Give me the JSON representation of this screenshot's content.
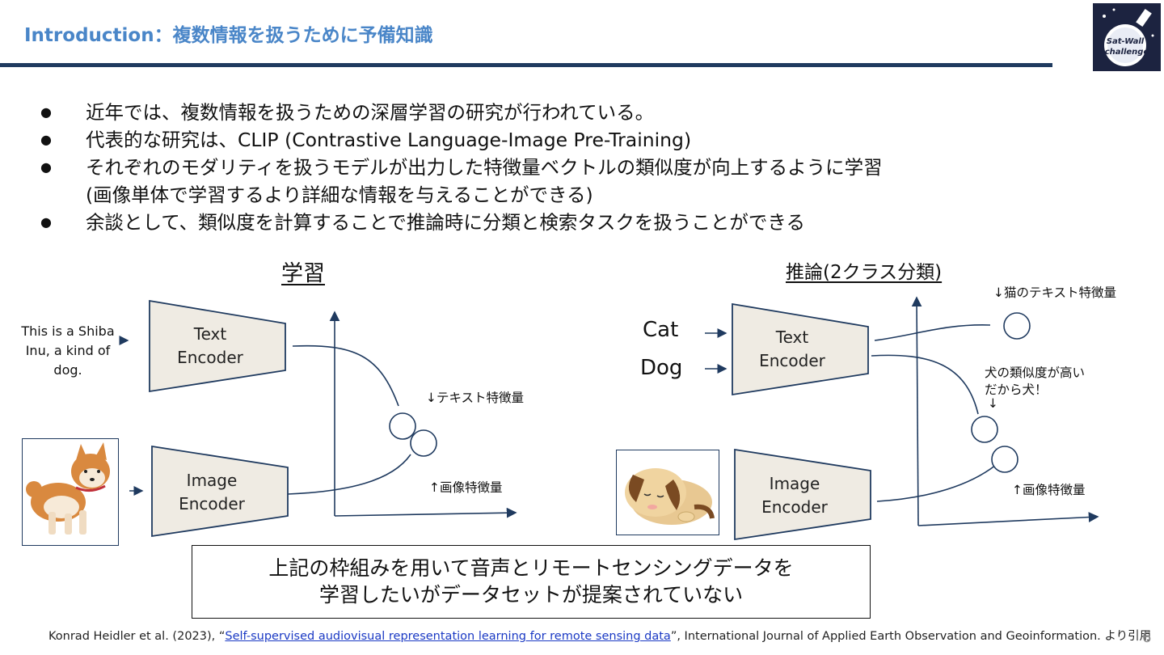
{
  "header": {
    "title": "Introduction：複数情報を扱うために予備知識",
    "logo_text": [
      "Sat-Wall",
      "challenge"
    ]
  },
  "bullets": [
    {
      "text": "近年では、複数情報を扱うための深層学習の研究が行われている。",
      "marker": true
    },
    {
      "text": "代表的な研究は、CLIP (Contrastive Language-Image Pre-Training)",
      "marker": true
    },
    {
      "text": "それぞれのモダリティを扱うモデルが出力した特徴量ベクトルの類似度が向上するように学習",
      "marker": true
    },
    {
      "text": "(画像単体で学習するより詳細な情報を与えることができる)",
      "marker": false
    },
    {
      "text": "余談として、類似度を計算することで推論時に分類と検索タスクを扱うことができる",
      "marker": true
    }
  ],
  "training": {
    "heading": "学習",
    "input_text": "This is a Shiba Inu, a kind of dog.",
    "text_encoder": [
      "Text",
      "Encoder"
    ],
    "image_encoder": [
      "Image",
      "Encoder"
    ],
    "text_feature_label": "↓テキスト特徴量",
    "image_feature_label": "↑画像特徴量",
    "image_icon": "shiba-dog-illustration"
  },
  "inference": {
    "heading": "推論(2クラス分類)",
    "class_1": "Cat",
    "class_2": "Dog",
    "text_encoder": [
      "Text",
      "Encoder"
    ],
    "image_encoder": [
      "Image",
      "Encoder"
    ],
    "cat_feature_label": "↓猫のテキスト特徴量",
    "similarity_note_1": "犬の類似度が高い",
    "similarity_note_2": "だから犬！",
    "similarity_arrow": "↓",
    "image_feature_label": "↑画像特徴量",
    "image_icon": "sleeping-dog-illustration"
  },
  "notice": {
    "line1": "上記の枠組みを用いて音声とリモートセンシングデータを",
    "line2": "学習したいがデータセットが提案されていない"
  },
  "citation": {
    "prefix": "Konrad Heidler et al. (2023), “",
    "link_text": "Self-supervised audiovisual representation learning for remote sensing data",
    "suffix": "”, International Journal of Applied Earth Observation and Geoinformation. より引用"
  },
  "page_number": "6",
  "colors": {
    "title": "#4a86c8",
    "rule": "#1f3a5f",
    "encoder_fill": "#efebe3",
    "line": "#1f3a5f",
    "link": "#1a39c4"
  }
}
